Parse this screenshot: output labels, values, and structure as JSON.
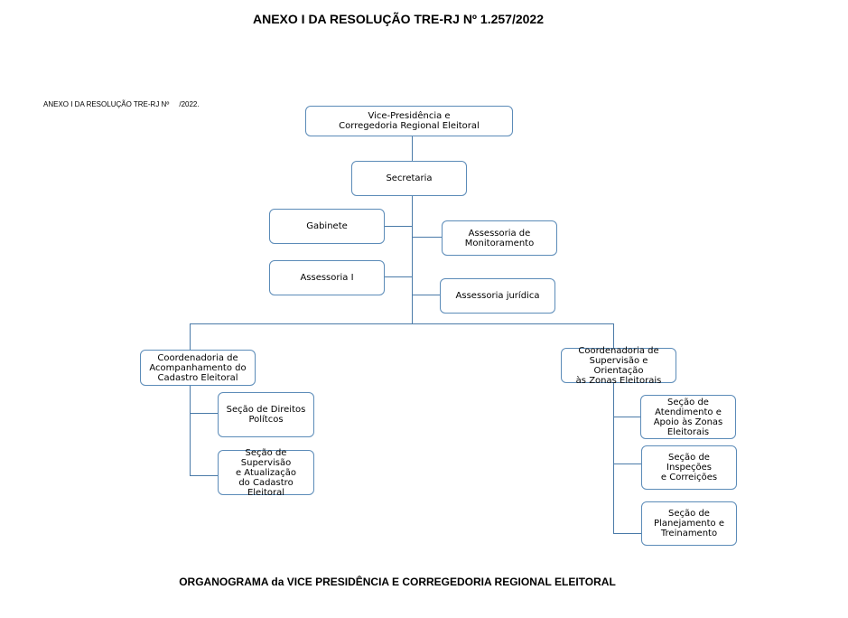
{
  "header": {
    "title": "ANEXO I DA RESOLUÇÃO TRE-RJ Nº 1.257/2022",
    "subtitle": "ANEXO I DA RESOLUÇÃO TRE-RJ Nº     /2022."
  },
  "footer": {
    "caption": "ORGANOGRAMA da VICE PRESIDÊNCIA E CORREGEDORIA REGIONAL ELEITORAL"
  },
  "org": {
    "vice_presidencia": "Vice-Presidência e\nCorregedoria Regional Eleitoral",
    "secretaria": "Secretaria",
    "gabinete": "Gabinete",
    "assessoria_monitoramento": "Assessoria de\nMonitoramento",
    "assessoria_i": "Assessoria I",
    "assessoria_juridica": "Assessoria jurídica",
    "coord_cadastro": "Coordenadoria de\nAcompanhamento do\nCadastro Eleitoral",
    "secao_direitos_politicos": "Seção de Direitos\nPolítcos",
    "secao_supervisao_cadastro": "Seção de Supervisão\ne Atualização\ndo Cadastro\nEleitoral",
    "coord_zonas": "Coordenadoria de\nSupervisão e Orientação\nàs Zonas Eleitorais",
    "secao_atendimento": "Seção de\nAtendimento e\nApoio às Zonas\nEleitorais",
    "secao_inspecoes": "Seção de Inspeções\ne Correições",
    "secao_planejamento": "Seção de\nPlanejamento e\nTreinamento"
  }
}
